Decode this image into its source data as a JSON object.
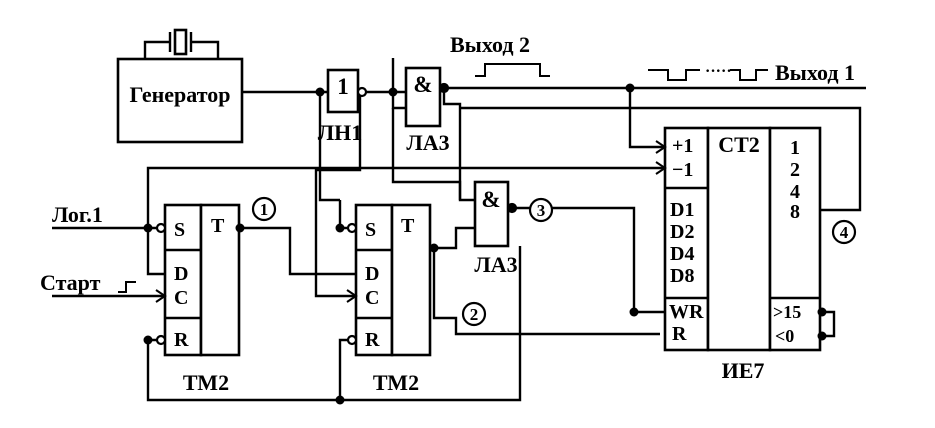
{
  "labels": {
    "generator": "Генератор",
    "output1": "Выход 1",
    "output2": "Выход 2",
    "log1": "Лог.1",
    "start": "Старт",
    "ln1": "ЛН1",
    "la3_top": "ЛА3",
    "la3_mid": "ЛА3",
    "tm2_left": "ТМ2",
    "tm2_right": "ТМ2",
    "ie7": "ИЕ7"
  },
  "gates": {
    "inverter_symbol": "1",
    "and_top_symbol": "&",
    "and_mid_symbol": "&"
  },
  "flipflop_left": {
    "s": "S",
    "d": "D",
    "c": "C",
    "r": "R",
    "t": "T"
  },
  "flipflop_right": {
    "s": "S",
    "d": "D",
    "c": "C",
    "r": "R",
    "t": "T"
  },
  "counter": {
    "title": "СТ2",
    "plus1": "+1",
    "minus1": "−1",
    "d1": "D1",
    "d2": "D2",
    "d4": "D4",
    "d8": "D8",
    "wr": "WR",
    "r": "R",
    "q1": "1",
    "q2": "2",
    "q4": "4",
    "q8": "8",
    "gt15": ">15",
    "lt0": "<0"
  },
  "markers": {
    "m1": "1",
    "m2": "2",
    "m3": "3",
    "m4": "4"
  }
}
